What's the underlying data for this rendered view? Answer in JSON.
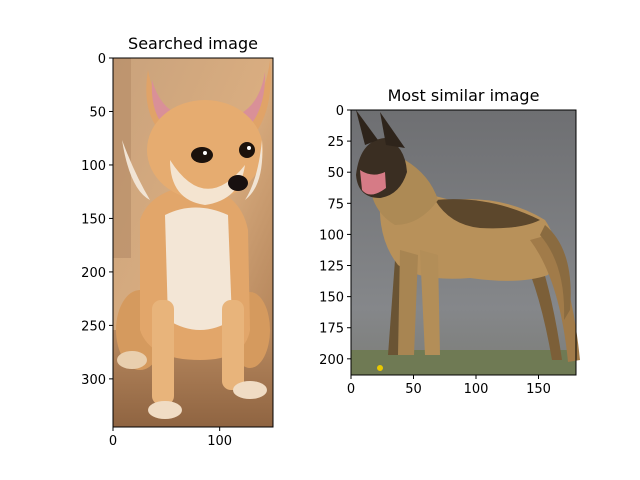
{
  "chart_data": [
    {
      "type": "image",
      "title": "Searched image",
      "content": "chihuahua-photo",
      "image_size": {
        "width": 150,
        "height": 345
      },
      "xlim": [
        0,
        150
      ],
      "ylim": [
        345,
        0
      ],
      "xticks": [
        0,
        100
      ],
      "yticks": [
        0,
        50,
        100,
        150,
        200,
        250,
        300
      ],
      "xlabel": "",
      "ylabel": "",
      "grid": false
    },
    {
      "type": "image",
      "title": "Most similar image",
      "content": "german-shepherd-photo",
      "image_size": {
        "width": 180,
        "height": 213
      },
      "xlim": [
        0,
        180
      ],
      "ylim": [
        213,
        0
      ],
      "xticks": [
        0,
        50,
        100,
        150
      ],
      "yticks": [
        0,
        25,
        50,
        75,
        100,
        125,
        150,
        175,
        200
      ],
      "xlabel": "",
      "ylabel": "",
      "grid": false
    }
  ]
}
